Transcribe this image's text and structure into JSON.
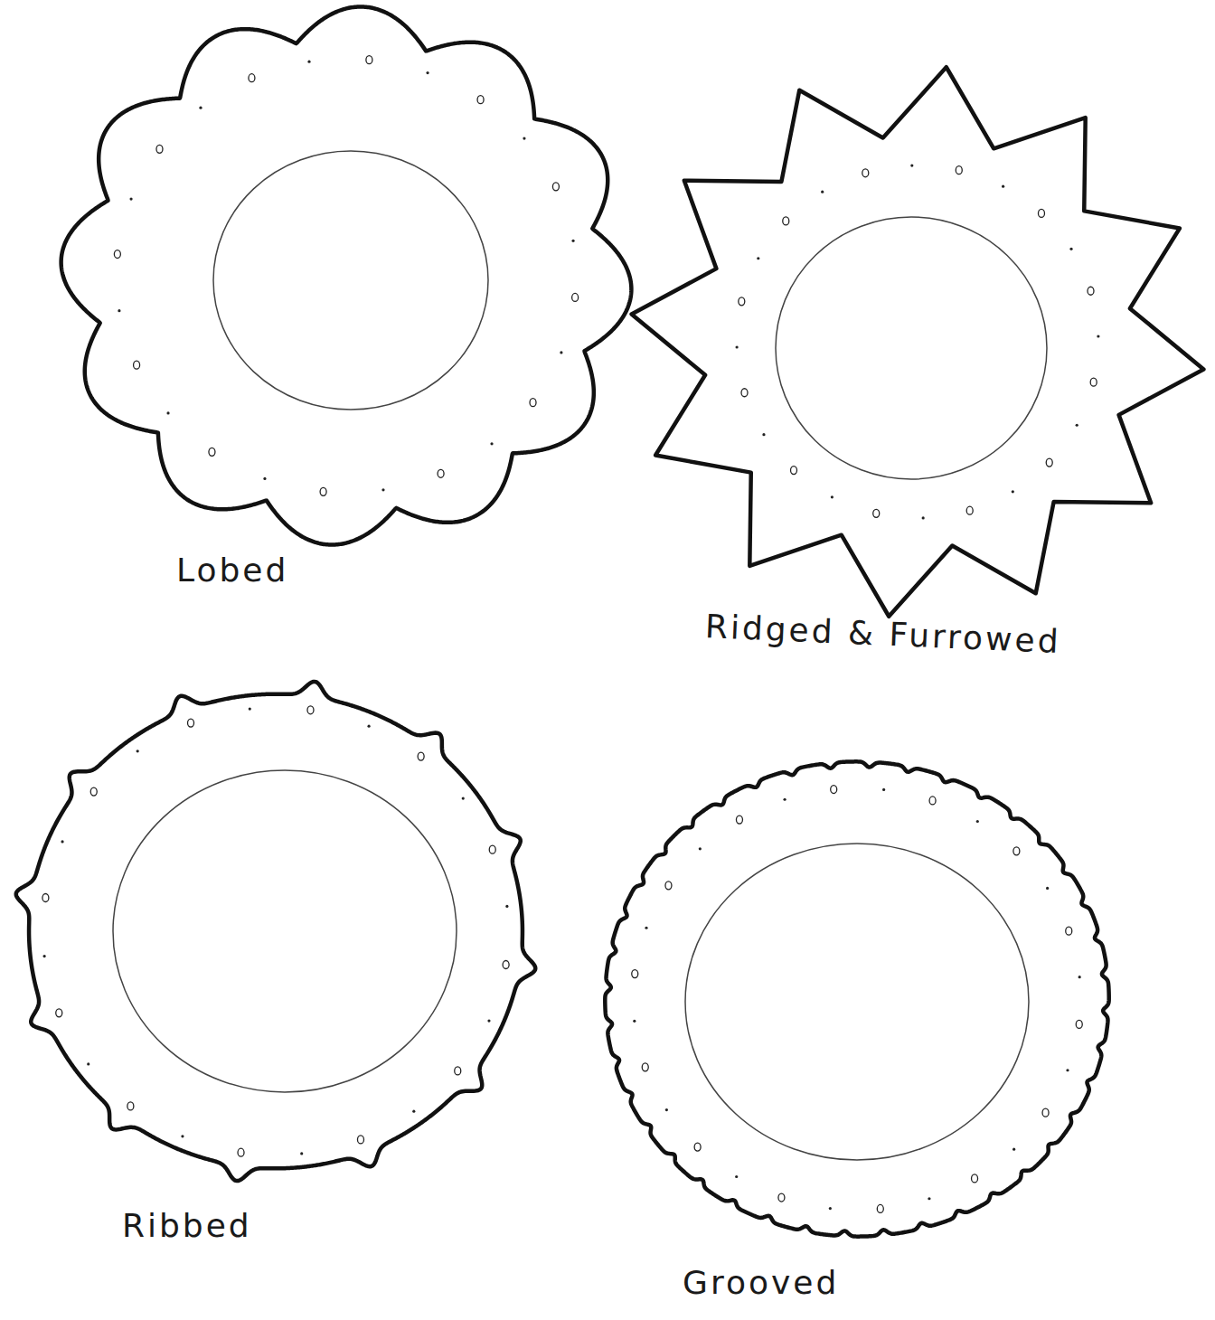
{
  "diagram": {
    "labels": [
      "Lobed",
      "Ridged & Furrowed",
      "Ribbed",
      "Grooved"
    ]
  }
}
